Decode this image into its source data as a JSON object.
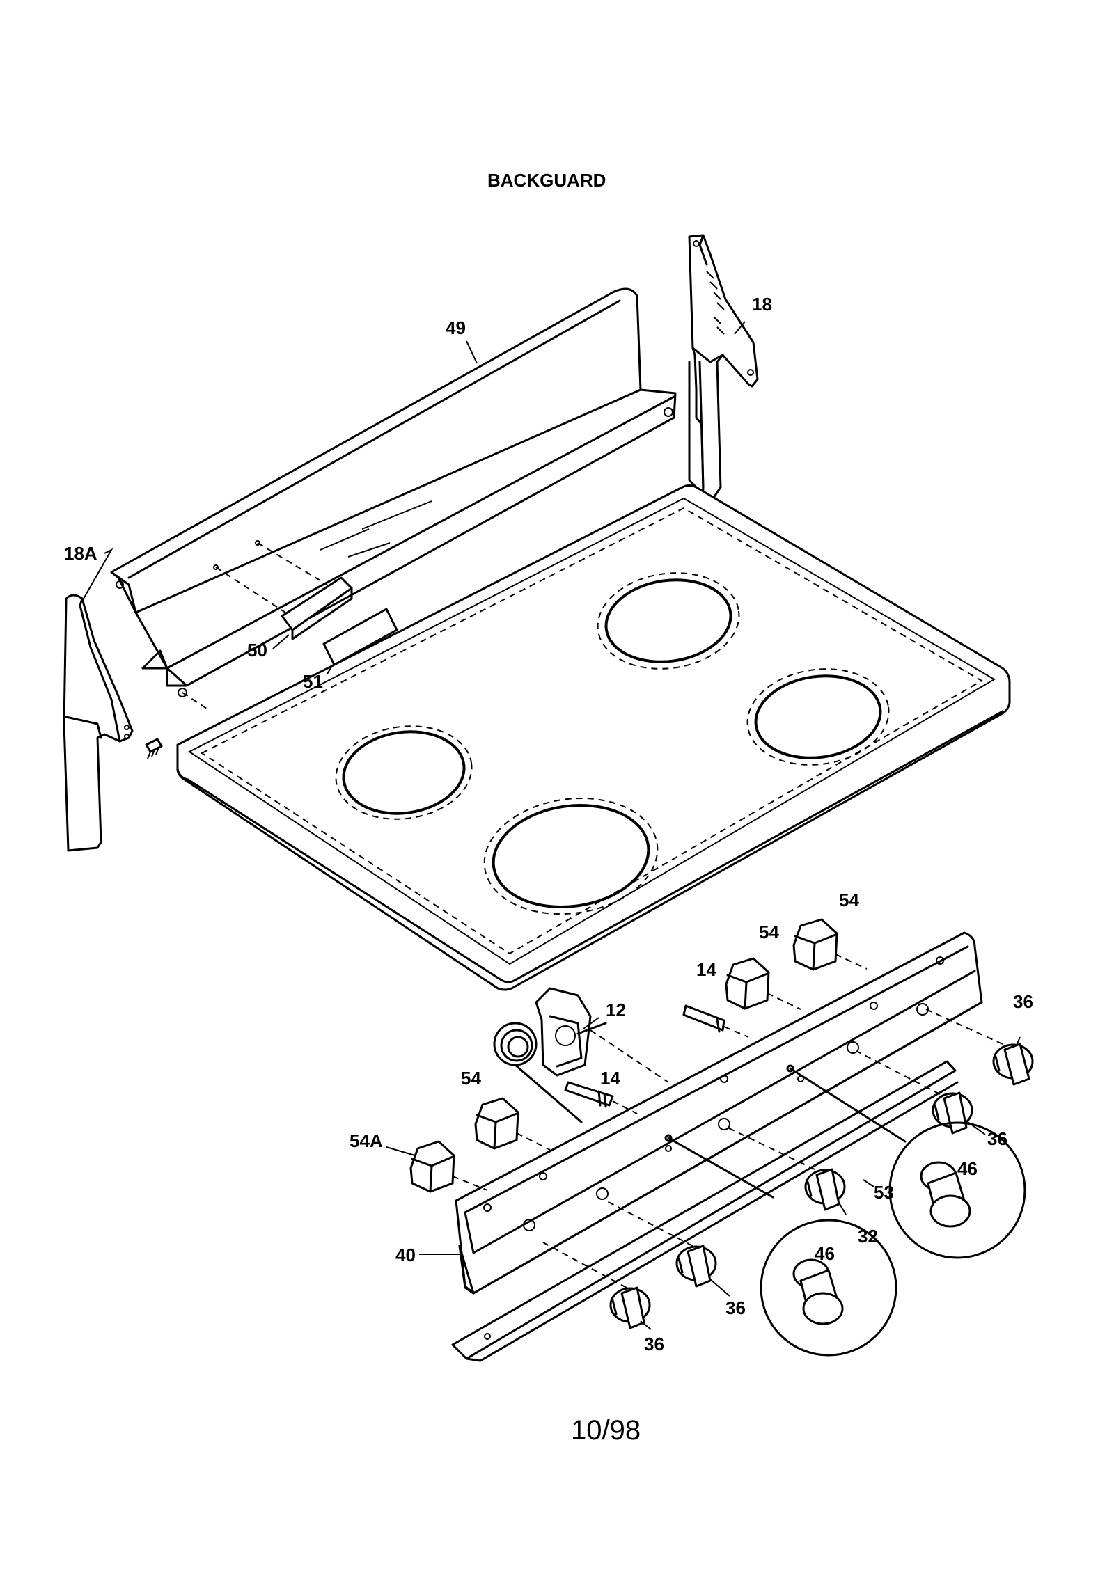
{
  "page": {
    "title": "BACKGUARD",
    "date_code": "10/98"
  },
  "parts": {
    "p49": "49",
    "p18": "18",
    "p18A": "18A",
    "p50": "50",
    "p51": "51",
    "p54_a": "54",
    "p54_b": "54",
    "p54_c": "54",
    "p54A": "54A",
    "p14_a": "14",
    "p14_b": "14",
    "p12": "12",
    "p36_a": "36",
    "p36_b": "36",
    "p36_c": "36",
    "p36_d": "36",
    "p46_a": "46",
    "p46_b": "46",
    "p53": "53",
    "p32": "32",
    "p40": "40"
  }
}
